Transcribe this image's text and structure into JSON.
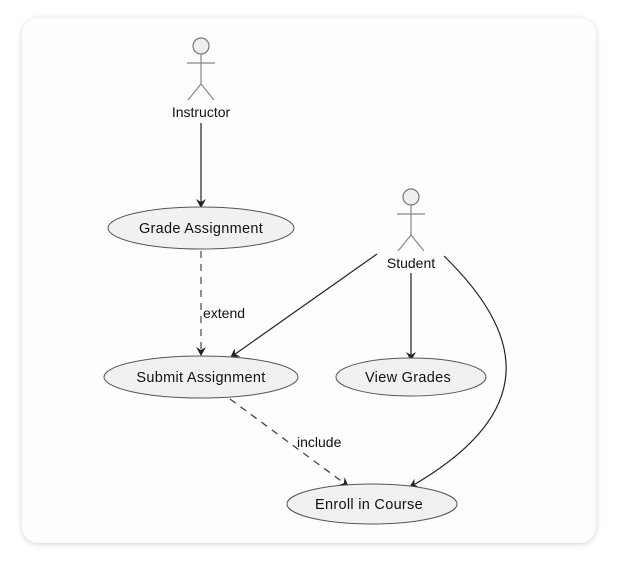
{
  "diagram": {
    "type": "use-case",
    "actors": [
      {
        "id": "instructor",
        "name": "Instructor"
      },
      {
        "id": "student",
        "name": "Student"
      }
    ],
    "use_cases": [
      {
        "id": "grade",
        "name": "Grade Assignment"
      },
      {
        "id": "submit",
        "name": "Submit Assignment"
      },
      {
        "id": "view",
        "name": "View Grades"
      },
      {
        "id": "enroll",
        "name": "Enroll in Course"
      }
    ],
    "relations": [
      {
        "from": "instructor",
        "to": "grade",
        "style": "solid",
        "label": ""
      },
      {
        "from": "grade",
        "to": "submit",
        "style": "dashed",
        "label": "extend"
      },
      {
        "from": "student",
        "to": "submit",
        "style": "solid",
        "label": ""
      },
      {
        "from": "student",
        "to": "view",
        "style": "solid",
        "label": ""
      },
      {
        "from": "student",
        "to": "enroll",
        "style": "solid",
        "label": ""
      },
      {
        "from": "submit",
        "to": "enroll",
        "style": "dashed",
        "label": "include"
      }
    ]
  },
  "colors": {
    "ellipse_fill": "#f1f1f1",
    "ellipse_stroke": "#555555",
    "line": "#222222",
    "dashed": "#555555"
  }
}
